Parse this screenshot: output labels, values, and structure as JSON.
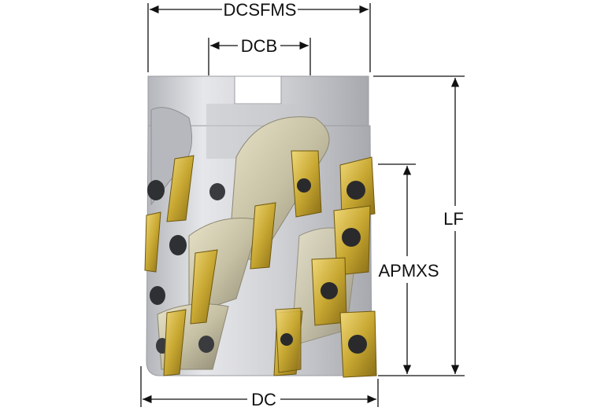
{
  "labels": {
    "dcsfms": "DCSFMS",
    "dcb": "DCB",
    "lf": "LF",
    "apmxs": "APMXS",
    "dc": "DC"
  },
  "colors": {
    "body_light": "#dcdde0",
    "body_mid": "#b9bbc0",
    "body_dark": "#8e9096",
    "insert_gold": "#c8a832",
    "insert_gold_dark": "#7c6414",
    "screw_dark": "#2a2a2c",
    "dimension_line": "#111111"
  },
  "icons": {
    "tool": "milling-cutter-illustration",
    "screw": "torx-screw-icon"
  }
}
